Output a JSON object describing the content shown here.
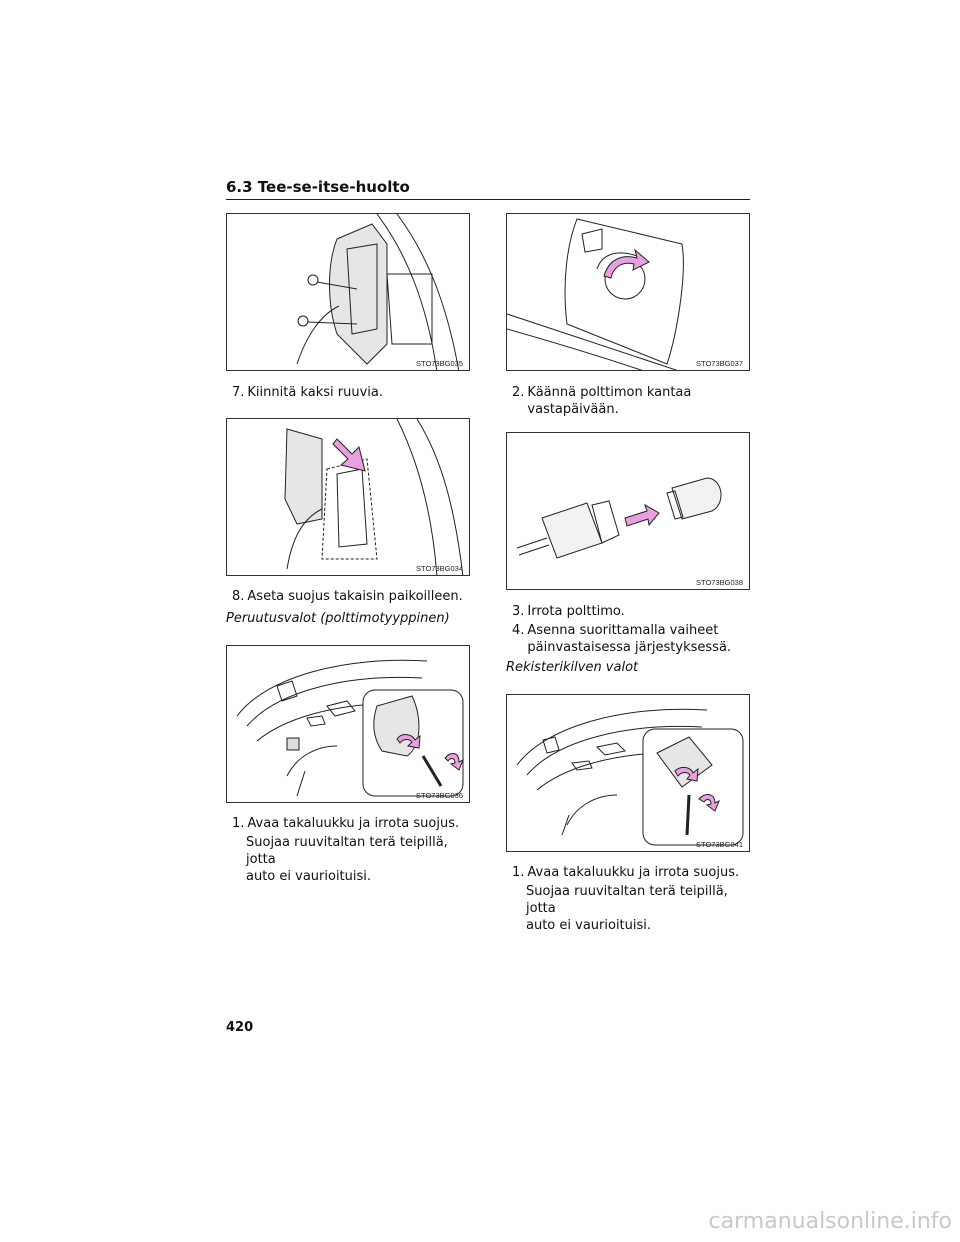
{
  "header": {
    "section_title": "6.3 Tee-se-itse-huolto"
  },
  "figures": {
    "fig1_code": "STO73BG035",
    "fig2_code": "STO73BG034",
    "fig3_code": "STO73BG036",
    "fig4_code": "STO73BG037",
    "fig5_code": "STO73BG038",
    "fig6_code": "STO73BG041"
  },
  "left": {
    "step7_num": "7.",
    "step7_text": "Kiinnitä kaksi ruuvia.",
    "step8_num": "8.",
    "step8_text": "Aseta suojus takaisin paikoilleen.",
    "subheading": "Peruutusvalot (polttimotyyppinen)",
    "step1_num": "1.",
    "step1_text": "Avaa takaluukku ja irrota suojus.",
    "step1_note_line1": "Suojaa ruuvitaltan terä teipillä, jotta",
    "step1_note_line2": "auto ei vaurioituisi."
  },
  "right": {
    "step2_num": "2.",
    "step2_line1": "Käännä polttimon kantaa",
    "step2_line2": "vastapäivään.",
    "step3_num": "3.",
    "step3_text": "Irrota polttimo.",
    "step4_num": "4.",
    "step4_line1": "Asenna suorittamalla vaiheet",
    "step4_line2": "päinvastaisessa järjestyksessä.",
    "subheading": "Rekisterikilven valot",
    "step1_num": "1.",
    "step1_text": "Avaa takaluukku ja irrota suojus.",
    "step1_note_line1": "Suojaa ruuvitaltan terä teipillä, jotta",
    "step1_note_line2": "auto ei vaurioituisi."
  },
  "footer": {
    "page_number": "420",
    "watermark": "carmanualsonline.info"
  },
  "colors": {
    "arrow": "#e9a0e0",
    "arrow_stroke": "#222222"
  }
}
